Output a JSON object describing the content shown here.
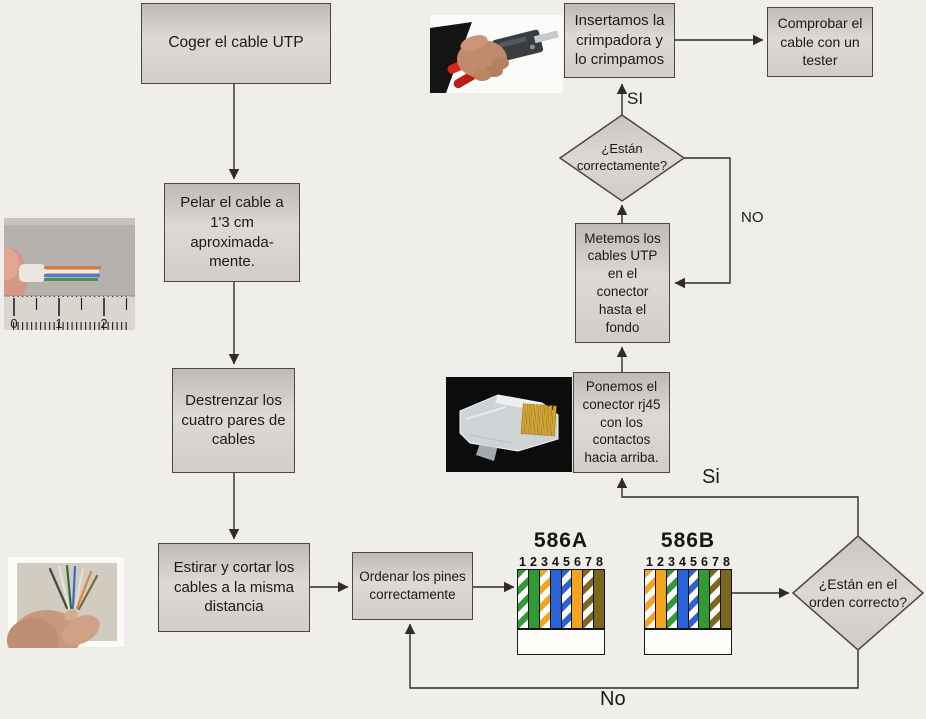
{
  "page": {
    "background": "#f0eeea",
    "line_color": "#2e2b28"
  },
  "flow": {
    "nodes": {
      "coger": {
        "label": "Coger el cable UTP"
      },
      "pelar": {
        "label": "Pelar el cable a 1'3 cm aproximada-mente."
      },
      "destrenzar": {
        "label": "Destrenzar los cuatro pares de cables"
      },
      "estirar": {
        "label": "Estirar y cortar los cables a la misma distancia"
      },
      "ordenar": {
        "label": "Ordenar los pines correctamente"
      },
      "ponemos": {
        "label": "Ponemos el conector rj45 con los contactos hacia arriba."
      },
      "metemos": {
        "label": "Metemos los cables UTP en el conector hasta el fondo"
      },
      "insertamos": {
        "label": "Insertamos la crimpadora y lo crimpamos"
      },
      "comprobar": {
        "label": "Comprobar el cable con un tester"
      },
      "decision_correcto": {
        "label": "¿Están correctamente?"
      },
      "decision_orden": {
        "label": "¿Están en el orden correcto?"
      }
    },
    "edge_labels": {
      "si_crimp": "SI",
      "no_crimp": "NO",
      "si_orden": "Si",
      "no_orden": "No"
    }
  },
  "wiring": {
    "palette": {
      "green": "#2f9b32",
      "orange": "#f2a421",
      "blue": "#2a63d5",
      "brown": "#7c671c"
    },
    "a": {
      "title": "586A",
      "pins": [
        {
          "n": "1",
          "c": "green",
          "s": true
        },
        {
          "n": "2",
          "c": "green",
          "s": false
        },
        {
          "n": "3",
          "c": "orange",
          "s": true
        },
        {
          "n": "4",
          "c": "blue",
          "s": false
        },
        {
          "n": "5",
          "c": "blue",
          "s": true
        },
        {
          "n": "6",
          "c": "orange",
          "s": false
        },
        {
          "n": "7",
          "c": "brown",
          "s": true
        },
        {
          "n": "8",
          "c": "brown",
          "s": false
        }
      ]
    },
    "b": {
      "title": "586B",
      "pins": [
        {
          "n": "1",
          "c": "orange",
          "s": true
        },
        {
          "n": "2",
          "c": "orange",
          "s": false
        },
        {
          "n": "3",
          "c": "green",
          "s": true
        },
        {
          "n": "4",
          "c": "blue",
          "s": false
        },
        {
          "n": "5",
          "c": "blue",
          "s": true
        },
        {
          "n": "6",
          "c": "green",
          "s": false
        },
        {
          "n": "7",
          "c": "brown",
          "s": true
        },
        {
          "n": "8",
          "c": "brown",
          "s": false
        }
      ]
    }
  },
  "photos": {
    "ruler_marks": [
      "0",
      "1",
      "2"
    ]
  }
}
